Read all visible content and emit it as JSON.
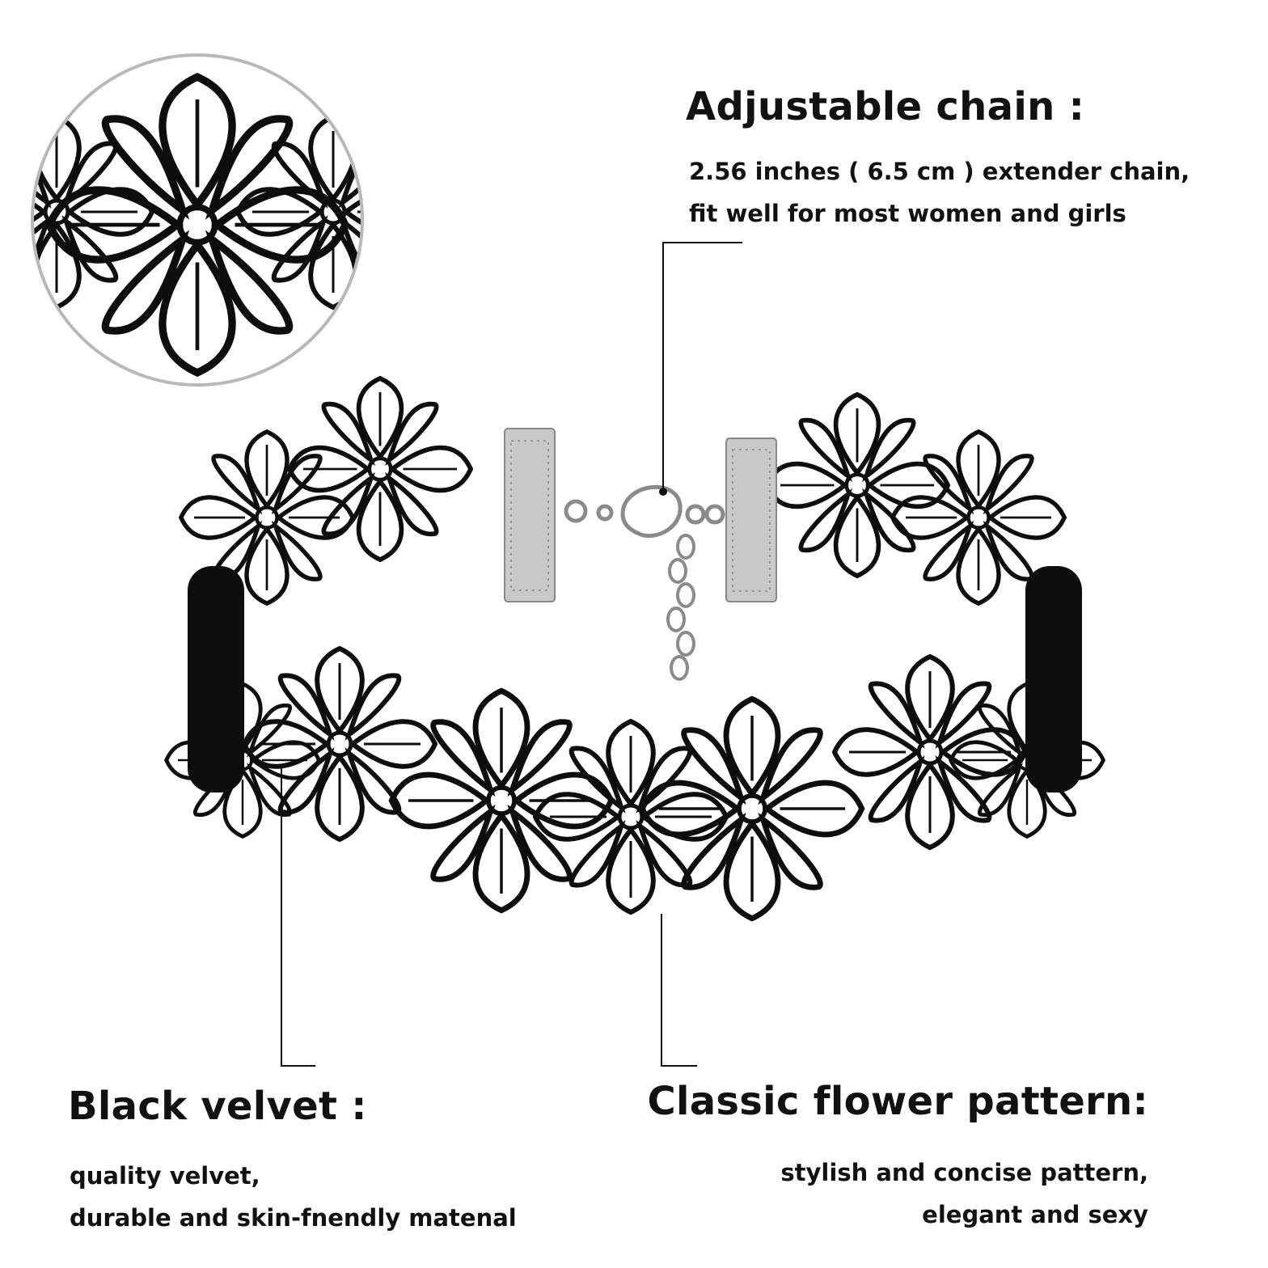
{
  "features": {
    "adjustable_chain": {
      "title": "Adjustable chain :",
      "lines": [
        "2.56 inches ( 6.5 cm ) extender chain,",
        "fit well for most women and girls"
      ]
    },
    "black_velvet": {
      "title": "Black velvet :",
      "lines": [
        "quality velvet,",
        "durable and skin-fnendly matenal"
      ]
    },
    "flower_pattern": {
      "title": "Classic flower pattern:",
      "lines": [
        "stylish and concise pattern,",
        "elegant and sexy"
      ]
    }
  },
  "colors": {
    "text": "#111111",
    "lace": "#0d0d0d",
    "metal": "#c9c9c9",
    "background": "#ffffff"
  },
  "icons": [
    "lace-detail-zoom",
    "choker-necklace"
  ]
}
